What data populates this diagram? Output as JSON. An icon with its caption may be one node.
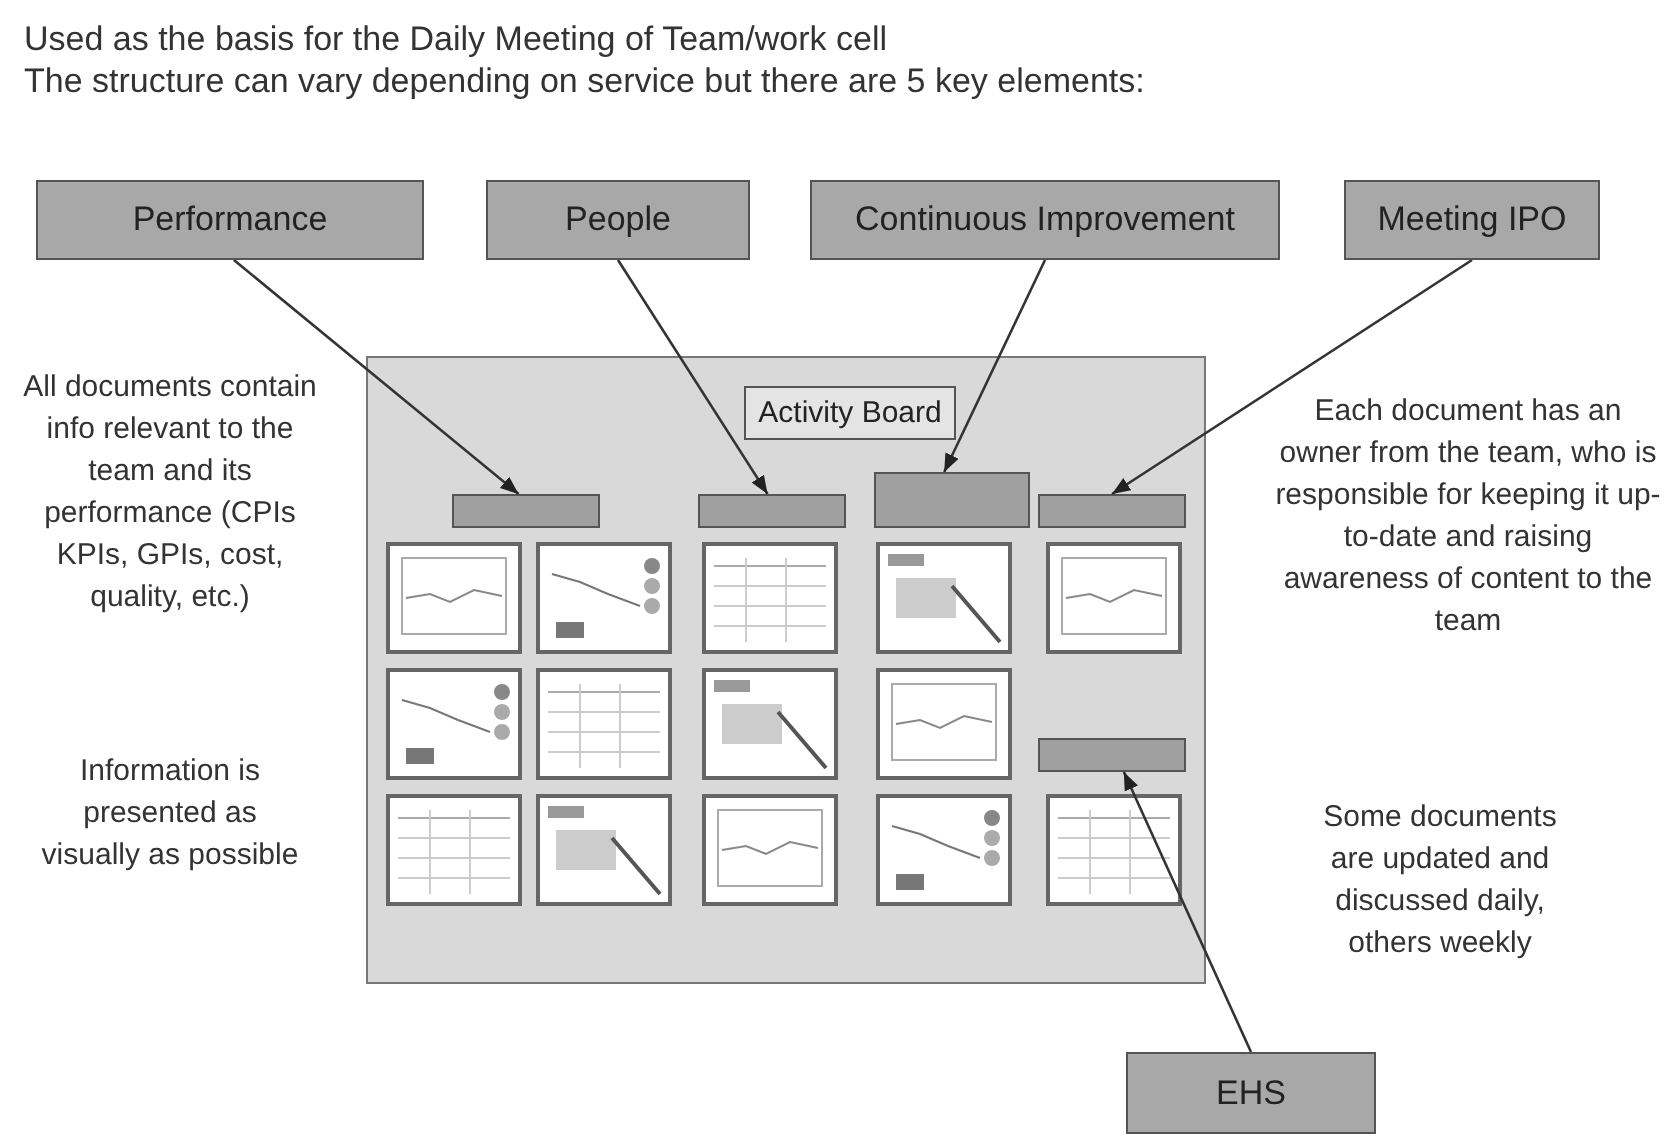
{
  "diagram": {
    "nodes": [
      {
        "text": [
          "Performance"
        ]
      },
      {
        "text": [
          "People"
        ]
      },
      {
        "text": [
          "Continuous Improvement"
        ]
      },
      {
        "text": [
          "Meeting IPO"
        ]
      },
      {
        "text": [
          "Activity Board"
        ]
      },
      {
        "text": [],
        "shape": "bar",
        "in": 4
      },
      {
        "text": [],
        "shape": "bar",
        "in": 4
      },
      {
        "text": [],
        "shape": "bar",
        "in": 4
      },
      {
        "text": [],
        "shape": "bar",
        "in": 4
      },
      {
        "text": [],
        "shape": "bar",
        "in": 4
      },
      {
        "text": [
          "EHS"
        ]
      }
    ],
    "edges": [
      {
        "from": 0,
        "to": 5,
        "arrow": "to"
      },
      {
        "from": 1,
        "to": 6,
        "arrow": "to"
      },
      {
        "from": 2,
        "to": 7,
        "arrow": "to"
      },
      {
        "from": 3,
        "to": 8,
        "arrow": "to"
      },
      {
        "from": 10,
        "to": 9,
        "arrow": "to"
      }
    ],
    "labels": [
      "Used as the basis for the Daily Meeting of Team/work cell",
      "The structure can vary depending on service but there are 5 key elements:",
      "All documents contain info relevant to the team and its performance (CPIs KPIs, GPIs, cost, quality, etc.)",
      "Information is presented as visually as possible",
      "Each document has an owner from the team, who is responsible for keeping it up-to-date and raising awareness of content to the team",
      "Some documents are updated and discussed daily, others weekly"
    ]
  }
}
